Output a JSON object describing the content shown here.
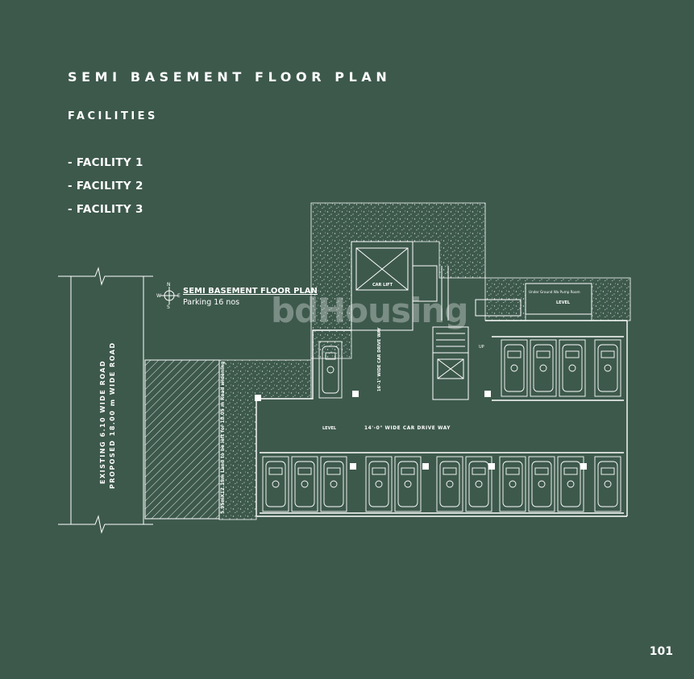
{
  "page": {
    "title": "SEMI BASEMENT FLOOR PLAN",
    "section_title": "FACILITIES",
    "facilities": [
      "- FACILITY 1",
      "- FACILITY 2",
      "- FACILITY 3"
    ],
    "page_number": "101"
  },
  "plan": {
    "label": "SEMI BASEMENT FLOOR PLAN",
    "sublabel": "Parking 16 nos",
    "road_existing": "EXISTING 6.10 WIDE ROAD",
    "road_proposed": "PROPOSED 18.00 m WIDE ROAD",
    "road_strip_note": "5.95mX12.19m Land to be left for 18.05 m Road widening",
    "drive_way_main": "14'-0\" WIDE CAR DRIVE WAY",
    "drive_way_vertical": "16'-1\" WIDE CAR DRIVE WAY",
    "lift_label": "CAR LIFT",
    "level_label": "LEVEL",
    "room_label": "Under Ground Wa Pump Room",
    "up_label": "UP",
    "compass_letters": [
      "N",
      "S",
      "E",
      "W"
    ],
    "watermark": "bdHousing"
  },
  "colors": {
    "background": "#3d594c",
    "line": "#ffffff"
  }
}
